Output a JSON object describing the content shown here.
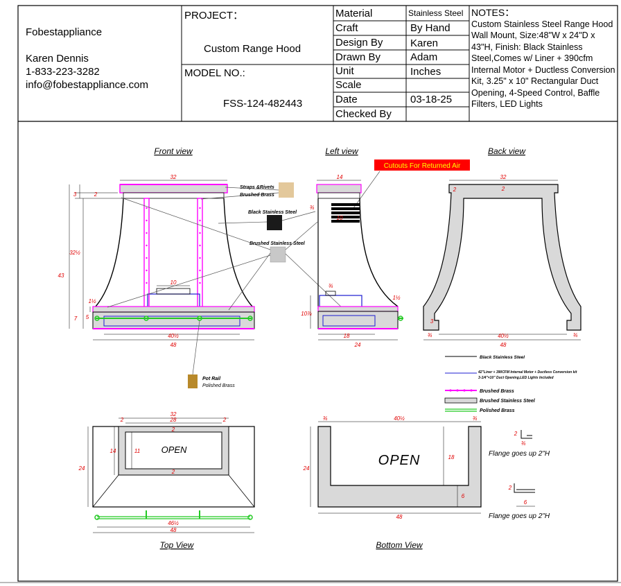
{
  "company": {
    "name": "Fobestappliance",
    "contact_name": "Karen Dennis",
    "phone": "1-833-223-3282",
    "email": "info@fobestappliance.com"
  },
  "project": {
    "label": "PROJECT：",
    "value": "Custom Range Hood",
    "model_label": "MODEL NO.:",
    "model_value": "FSS-124-482443"
  },
  "spec_table": [
    {
      "key": "Material",
      "value": "Stainless Steel"
    },
    {
      "key": "Craft",
      "value": "By Hand"
    },
    {
      "key": "Design By",
      "value": "Karen"
    },
    {
      "key": "Drawn By",
      "value": "Adam"
    },
    {
      "key": "Unit",
      "value": "Inches"
    },
    {
      "key": "Scale",
      "value": ""
    },
    {
      "key": "Date",
      "value": "03-18-25"
    },
    {
      "key": "Checked By",
      "value": ""
    }
  ],
  "notes": {
    "title": "NOTES：",
    "text": "Custom Stainless Steel Range Hood Wall Mount, Size:48\"W x 24\"D x 43\"H, Finish: Black Stainless Steel,Comes w/ Liner + 390cfm Internal Motor + Ductless Conversion Kit, 3.25\" x 10\" Rectangular Duct Opening, 4-Speed Control, Baffle Filters, LED Lights"
  },
  "views": {
    "front": "Front view",
    "left": "Left view",
    "back": "Back view",
    "top": "Top View",
    "bottom": "Bottom View"
  },
  "callouts": {
    "cutouts": "Cutouts For Returned Air",
    "straps_1": "Straps &Rivets",
    "straps_2": "Brushed Brass",
    "black_ss": "Black Stainless Steel",
    "brushed_ss": "Brushed Stainless Steel",
    "pot_rail_1": "Pot Rail",
    "pot_rail_2": "Polished Brass",
    "open": "OPEN",
    "flange": "Flange goes up 2\"H"
  },
  "legend": [
    {
      "label": "Black Stainless Steel",
      "color": "#000000"
    },
    {
      "label": "42\"Liner + 390CFM Internal Motor + Ductless Conversion kit",
      "color": "#1c1cd0"
    },
    {
      "label": "3-1/4\"×10\" Duct Opening,LED Lights Included",
      "color": "#1c1cd0"
    },
    {
      "label": "Brushed Brass",
      "color": "#ff00ff"
    },
    {
      "label": "Brushed Stainless Steel",
      "color": "#d9d9d9"
    },
    {
      "label": "Polished Brass",
      "color": "#22c922"
    }
  ],
  "dims": {
    "f32": "32",
    "f2": "2",
    "f3": "3",
    "f10": "10",
    "f32h": "32½",
    "f43": "43",
    "f1h": "1½",
    "f7": "7",
    "f5": "5",
    "f40h": "40½",
    "f48": "48",
    "l14": "14",
    "l34": "¾",
    "l10": "10",
    "l18": "18",
    "l24": "24",
    "l10h": "10⅞",
    "b32": "32",
    "b2": "2",
    "b3": "3",
    "b34": "¾",
    "b40h": "40½",
    "b48": "48",
    "t32": "32",
    "t28": "28",
    "t2": "2",
    "t14": "14",
    "t11": "11",
    "t24": "24",
    "t46h": "46½",
    "t48": "48",
    "bo34": "¾",
    "bo40h": "40½",
    "bo24": "24",
    "bo18": "18",
    "bo6": "6",
    "bo48": "48",
    "fl2": "2",
    "fl34": "¾",
    "fl6": "6"
  },
  "colors": {
    "brass": "#ff00ff",
    "polished": "#22c922",
    "liner": "#1c1cd0",
    "dim": "#e00000",
    "fill_ss": "#d9d9d9"
  }
}
